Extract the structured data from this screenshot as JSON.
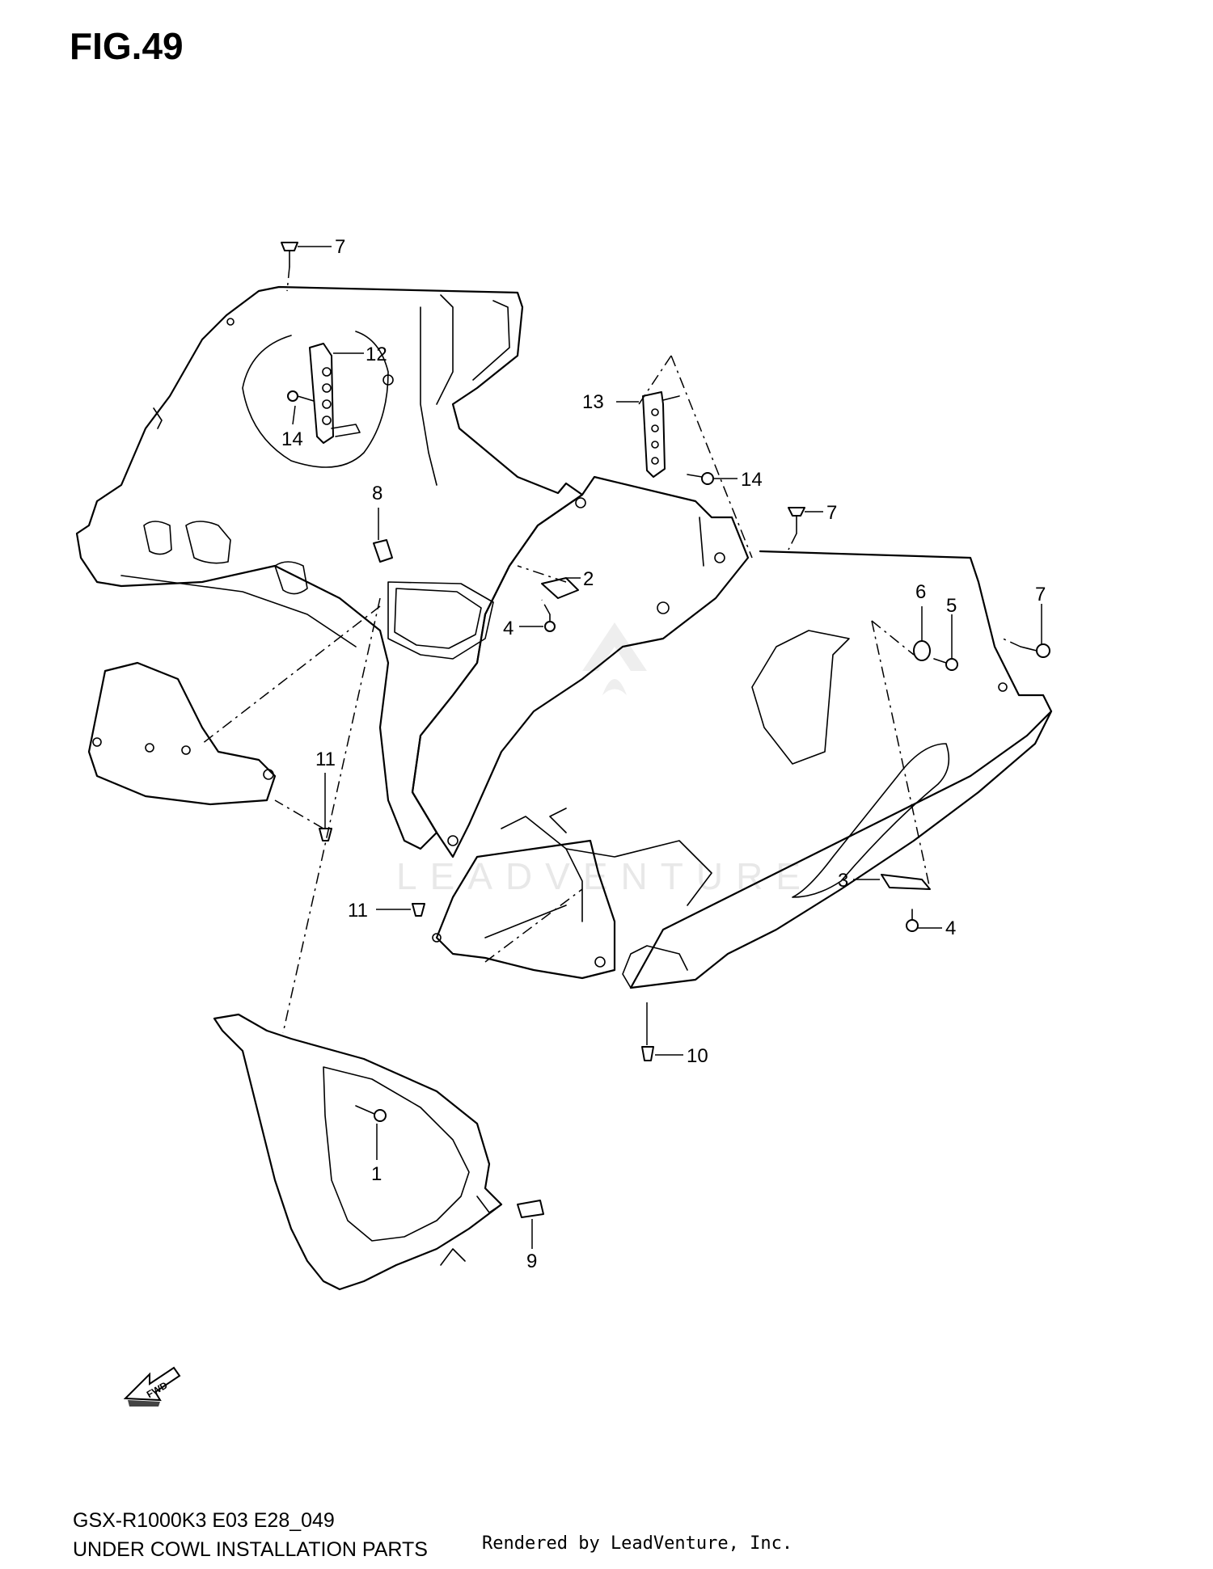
{
  "figure": {
    "title": "FIG.49",
    "model_code": "GSX-R1000K3 E03 E28_049",
    "subtitle": "UNDER COWL INSTALLATION PARTS",
    "rendered_by": "Rendered by LeadVenture, Inc.",
    "watermark": "LEADVENTURE",
    "fwd_label": "FWD"
  },
  "callouts": {
    "c7a": "7",
    "c12": "12",
    "c14a": "14",
    "c13": "13",
    "c14b": "14",
    "c7b": "7",
    "c8": "8",
    "c2": "2",
    "c4a": "4",
    "c6": "6",
    "c5": "5",
    "c7c": "7",
    "c11a": "11",
    "c11b": "11",
    "c3": "3",
    "c4b": "4",
    "c10": "10",
    "c1": "1",
    "c9": "9"
  },
  "colors": {
    "line": "#000000",
    "background": "#ffffff",
    "watermark": "#e8e8e8"
  }
}
